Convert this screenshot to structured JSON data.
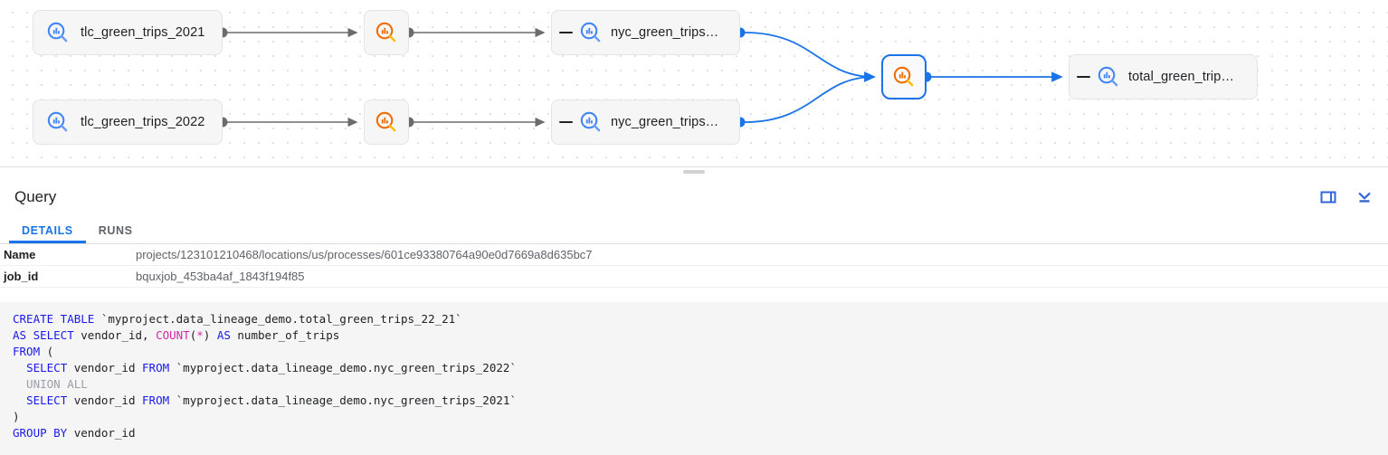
{
  "graph": {
    "nodes": [
      {
        "id": "tlc-2021",
        "label": "tlc_green_trips_2021",
        "icon": "bigquery-table-icon",
        "icon_color": "#4285f4",
        "type": "table",
        "selected": false,
        "collapsible": false
      },
      {
        "id": "tlc-2022",
        "label": "tlc_green_trips_2022",
        "icon": "bigquery-table-icon",
        "icon_color": "#4285f4",
        "type": "table",
        "selected": false,
        "collapsible": false
      },
      {
        "id": "proc-2021",
        "label": "",
        "icon": "bigquery-process-icon",
        "icon_color": "#f57c00",
        "type": "process",
        "selected": false,
        "collapsible": false
      },
      {
        "id": "proc-2022",
        "label": "",
        "icon": "bigquery-process-icon",
        "icon_color": "#f57c00",
        "type": "process",
        "selected": false,
        "collapsible": false
      },
      {
        "id": "nyc-2021",
        "label": "nyc_green_trips…",
        "icon": "bigquery-table-icon",
        "icon_color": "#4285f4",
        "type": "table",
        "selected": false,
        "collapsible": true
      },
      {
        "id": "nyc-2022",
        "label": "nyc_green_trips…",
        "icon": "bigquery-table-icon",
        "icon_color": "#4285f4",
        "type": "table",
        "selected": false,
        "collapsible": true
      },
      {
        "id": "proc-union",
        "label": "",
        "icon": "bigquery-process-icon",
        "icon_color": "#f57c00",
        "type": "process",
        "selected": true,
        "collapsible": false
      },
      {
        "id": "total",
        "label": "total_green_trip…",
        "icon": "bigquery-table-icon",
        "icon_color": "#4285f4",
        "type": "table",
        "selected": false,
        "collapsible": true
      }
    ],
    "edge_color_default": "#6b6b6b",
    "edge_color_active": "#1a73e8"
  },
  "panel": {
    "title": "Query",
    "actions": [
      {
        "name": "split-pane-icon",
        "label": "Split pane"
      },
      {
        "name": "collapse-panel-icon",
        "label": "Collapse"
      }
    ],
    "tabs": [
      {
        "id": "details",
        "label": "DETAILS",
        "active": true
      },
      {
        "id": "runs",
        "label": "RUNS",
        "active": false
      }
    ],
    "details": [
      {
        "key": "Name",
        "value": "projects/123101210468/locations/us/processes/601ce93380764a90e0d7669a8d635bc7"
      },
      {
        "key": "job_id",
        "value": "bquxjob_453ba4af_1843f194f85"
      }
    ],
    "sql": {
      "lines": [
        [
          {
            "t": "CREATE TABLE ",
            "c": "kw"
          },
          {
            "t": "`myproject.data_lineage_demo.total_green_trips_22_21`",
            "c": "punc"
          }
        ],
        [
          {
            "t": "AS SELECT ",
            "c": "kw"
          },
          {
            "t": "vendor_id, ",
            "c": "punc"
          },
          {
            "t": "COUNT",
            "c": "fn"
          },
          {
            "t": "(",
            "c": "punc"
          },
          {
            "t": "*",
            "c": "fn"
          },
          {
            "t": ") ",
            "c": "punc"
          },
          {
            "t": "AS ",
            "c": "kw"
          },
          {
            "t": "number_of_trips",
            "c": "punc"
          }
        ],
        [
          {
            "t": "FROM ",
            "c": "kw"
          },
          {
            "t": "(",
            "c": "punc"
          }
        ],
        [
          {
            "t": "  ",
            "c": "punc"
          },
          {
            "t": "SELECT ",
            "c": "kw"
          },
          {
            "t": "vendor_id ",
            "c": "punc"
          },
          {
            "t": "FROM ",
            "c": "kw"
          },
          {
            "t": "`myproject.data_lineage_demo.nyc_green_trips_2022`",
            "c": "punc"
          }
        ],
        [
          {
            "t": "  UNION ALL",
            "c": "dim"
          }
        ],
        [
          {
            "t": "  ",
            "c": "punc"
          },
          {
            "t": "SELECT ",
            "c": "kw"
          },
          {
            "t": "vendor_id ",
            "c": "punc"
          },
          {
            "t": "FROM ",
            "c": "kw"
          },
          {
            "t": "`myproject.data_lineage_demo.nyc_green_trips_2021`",
            "c": "punc"
          }
        ],
        [
          {
            "t": ")",
            "c": "punc"
          }
        ],
        [
          {
            "t": "GROUP BY ",
            "c": "kw"
          },
          {
            "t": "vendor_id",
            "c": "punc"
          }
        ]
      ]
    }
  }
}
